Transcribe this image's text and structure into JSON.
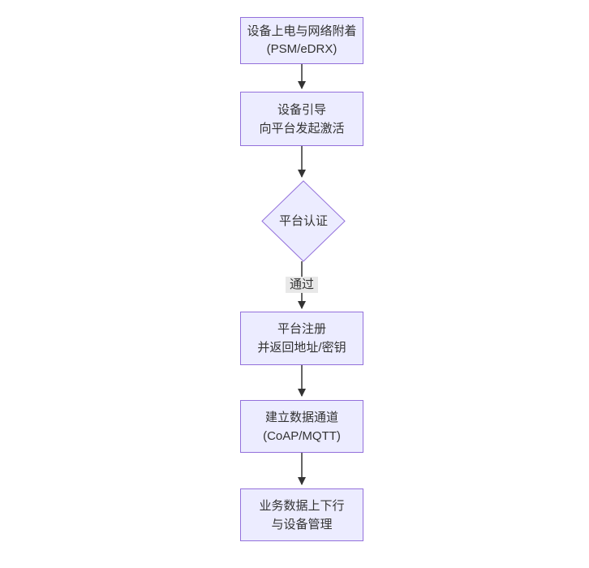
{
  "diagram": {
    "type": "flowchart",
    "direction": "top-down",
    "colors": {
      "background": "#ffffff",
      "node_fill": "#ECECFF",
      "node_border": "#9370DB",
      "text": "#333333",
      "arrow": "#333333",
      "edge_label_background": "#e8e8e8"
    },
    "nodes": [
      {
        "id": "power-attach",
        "shape": "rect",
        "lines": [
          "设备上电与网络附着",
          "(PSM/eDRX)"
        ]
      },
      {
        "id": "bootstrap-activate",
        "shape": "rect",
        "lines": [
          "设备引导",
          "向平台发起激活"
        ]
      },
      {
        "id": "platform-auth",
        "shape": "diamond",
        "lines": [
          "平台认证"
        ]
      },
      {
        "id": "platform-register",
        "shape": "rect",
        "lines": [
          "平台注册",
          "并返回地址/密钥"
        ]
      },
      {
        "id": "data-channel",
        "shape": "rect",
        "lines": [
          "建立数据通道",
          "(CoAP/MQTT)"
        ]
      },
      {
        "id": "business-data",
        "shape": "rect",
        "lines": [
          "业务数据上下行",
          "与设备管理"
        ]
      }
    ],
    "edges": [
      {
        "from": "power-attach",
        "to": "bootstrap-activate",
        "label": ""
      },
      {
        "from": "bootstrap-activate",
        "to": "platform-auth",
        "label": ""
      },
      {
        "from": "platform-auth",
        "to": "platform-register",
        "label": "通过"
      },
      {
        "from": "platform-register",
        "to": "data-channel",
        "label": ""
      },
      {
        "from": "data-channel",
        "to": "business-data",
        "label": ""
      }
    ]
  }
}
